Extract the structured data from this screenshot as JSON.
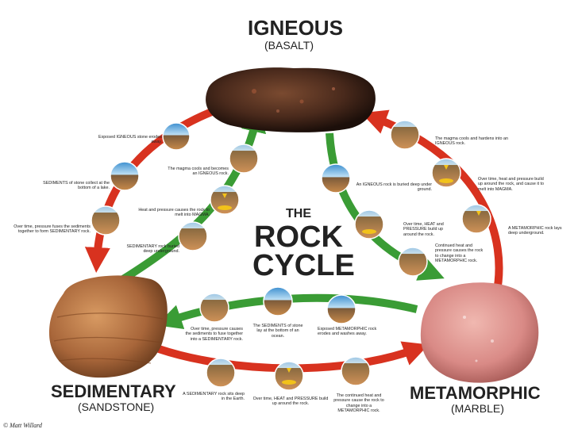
{
  "rocks": {
    "igneous": {
      "name": "IGNEOUS",
      "example": "(BASALT)"
    },
    "sedimentary": {
      "name": "SEDIMENTARY",
      "example": "(SANDSTONE)"
    },
    "metamorphic": {
      "name": "METAMORPHIC",
      "example": "(MARBLE)"
    }
  },
  "center": {
    "line1": "THE",
    "line2": "ROCK",
    "line3": "CYCLE"
  },
  "captions": {
    "igneous_erodes": "Exposed IGNEOUS stone erodes away.",
    "sediments_lake": "SEDIMENTS of stone collect at the bottom of a lake.",
    "pressure_fuses": "Over time, pressure fuses the sediments together to form SEDIMENTARY rock.",
    "magma_becomes_igneous": "The magma cools and becomes an IGNEOUS rock.",
    "heat_pressure_magma": "Heat and pressure causes the rock to melt into MAGMA.",
    "sedimentary_buried": "SEDIMENTARY rock buried deep underground.",
    "magma_cools_hardens": "The magma cools and hardens into an IGNEOUS rock.",
    "heat_pressure_build": "Over time, heat and pressure build up around the rock, and cause it to melt into MAGMA.",
    "metamorphic_lays_deep": "A METAMORPHIC rock lays deep underground.",
    "igneous_buried": "An IGNEOUS rock is buried deep under ground.",
    "heat_pressure_up": "Over time, HEAT and PRESSURE build up around the rock.",
    "continued_change": "Continued heat and pressure causes the rock to change into a METAMORPHIC rock.",
    "pressure_sediments_fuse": "Over time, pressure causes the sediments to fuse together into a SEDIMENTARY rock.",
    "sediments_ocean": "The SEDIMENTS of stone lay at the bottom of an ocean.",
    "metamorphic_erodes": "Exposed METAMORPHIC rock erodes and washes away.",
    "sedimentary_deep": "A SEDIMENTARY rock sits deep in the Earth.",
    "heat_pressure_around": "Over time, HEAT and PRESSURE build up around the rock.",
    "continued_metamorphic": "The continued heat and pressure cause the rock to change into a METAMORPHIC rock."
  },
  "credit": "© Matt Willard",
  "colors": {
    "red_arrow": "#d8321f",
    "green_arrow": "#3a9c35",
    "basalt": "#4a2a1c",
    "sandstone": "#a8663a",
    "marble": "#d98a86"
  }
}
